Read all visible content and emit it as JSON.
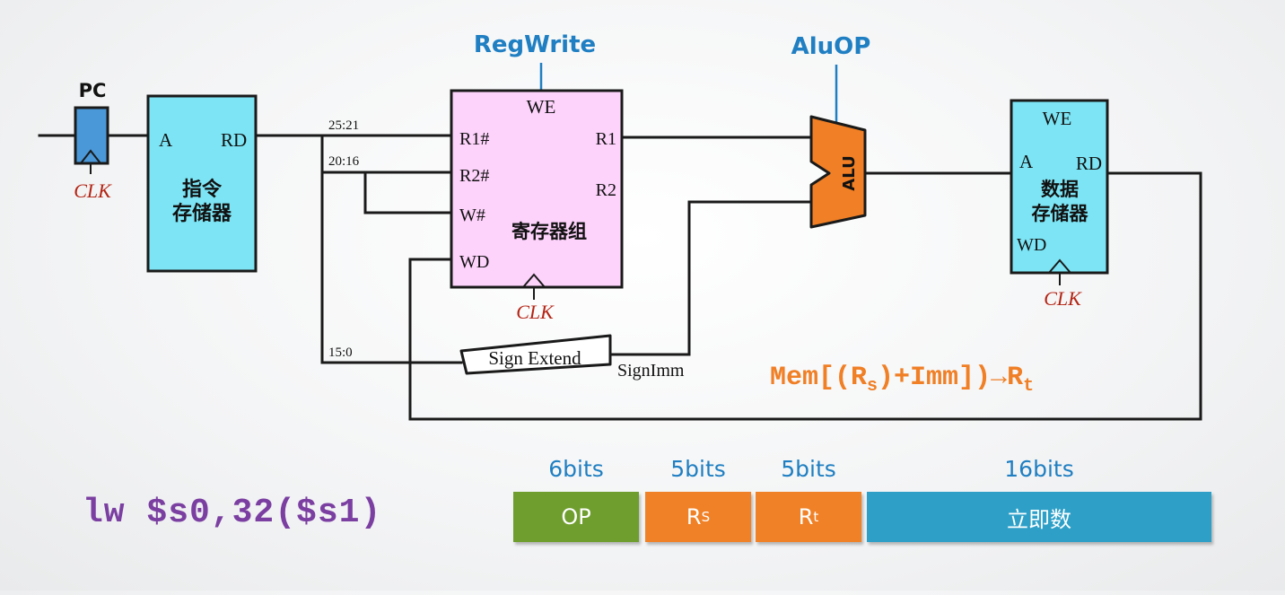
{
  "colors": {
    "wire": "#1a1a1a",
    "control_signal": "#1f7fc2",
    "memory_fill": "#7ce4f4",
    "register_fill": "#fdd2fb",
    "alu_fill": "#f07f25",
    "pc_fill": "#4a98d8",
    "clk": "#b42414",
    "formula": "#f07f25",
    "asm": "#7b3fa2",
    "field_op": "#6f9e2e",
    "field_rs": "#f08126",
    "field_rt": "#f08126",
    "field_imm": "#2ea0c8"
  },
  "control": {
    "regwrite": "RegWrite",
    "aluop": "AluOP"
  },
  "pc": {
    "label": "PC",
    "clk": "CLK"
  },
  "instr_mem": {
    "port_a": "A",
    "port_rd": "RD",
    "name_line1": "指令",
    "name_line2": "存储器"
  },
  "bit_ranges": {
    "rs": "25:21",
    "rt": "20:16",
    "imm": "15:0"
  },
  "regfile": {
    "we": "WE",
    "r1_addr": "R1#",
    "r2_addr": "R2#",
    "w_addr": "W#",
    "wd": "WD",
    "r1": "R1",
    "r2": "R2",
    "name": "寄存器组",
    "clk": "CLK"
  },
  "alu": {
    "label": "ALU"
  },
  "data_mem": {
    "we": "WE",
    "port_a": "A",
    "port_rd": "RD",
    "name_line1": "数据",
    "name_line2": "存储器",
    "wd": "WD",
    "clk": "CLK"
  },
  "sign_extend": {
    "label": "Sign Extend",
    "output": "SignImm"
  },
  "formula": {
    "prefix": "Mem[(R",
    "rs_sub": "s",
    "middle": ")+Imm])",
    "arrow": "→",
    "dest": "R",
    "rt_sub": "t"
  },
  "instruction": {
    "text": "lw $s0,32($s1)"
  },
  "format": {
    "fields": [
      {
        "bits": "6bits",
        "name": "OP"
      },
      {
        "bits": "5bits",
        "name": "R",
        "sub": "S"
      },
      {
        "bits": "5bits",
        "name": "R",
        "sub": "t"
      },
      {
        "bits": "16bits",
        "name": "立即数"
      }
    ]
  }
}
